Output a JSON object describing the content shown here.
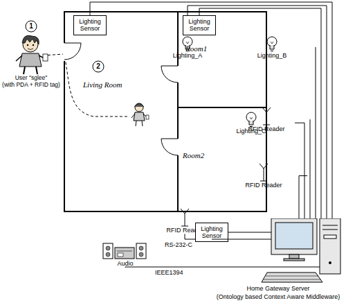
{
  "diagram": {
    "nodes": [
      {
        "text": [
          "User \"sglee\"",
          "(with PDA + RFID tag)"
        ]
      },
      {
        "text": [
          "Living Room"
        ]
      },
      {
        "text": [
          "Room1"
        ]
      },
      {
        "text": [
          "Room2"
        ]
      },
      {
        "text": [
          "Lighting Sensor"
        ],
        "in": 1
      },
      {
        "text": [
          "Lighting_A"
        ],
        "in": 1
      },
      {
        "text": [
          "RFID Reader"
        ],
        "in": 1
      },
      {
        "text": [
          "Audio"
        ],
        "in": 1
      },
      {
        "text": [
          "Lighting Sensor"
        ],
        "in": 2
      },
      {
        "text": [
          "Lighting_B"
        ],
        "in": 2
      },
      {
        "text": [
          "RFID Reader"
        ],
        "in": 2
      },
      {
        "text": [
          "Lighting_C"
        ],
        "in": 3
      },
      {
        "text": [
          "RFID Reader"
        ],
        "in": 3
      },
      {
        "text": [
          "Lighting Sensor"
        ],
        "in": 3
      },
      {
        "text": [
          "Home Gateway Server",
          "(Ontology based Context Aware Middleware)"
        ]
      }
    ],
    "edges": [
      {
        "from": 4,
        "to": 14,
        "arrow": "none"
      },
      {
        "from": 5,
        "to": 14,
        "arrow": "none"
      },
      {
        "from": 8,
        "to": 14,
        "arrow": "none"
      },
      {
        "from": 9,
        "to": 14,
        "arrow": "none"
      },
      {
        "from": 10,
        "to": 14,
        "arrow": "none"
      },
      {
        "from": 11,
        "to": 14,
        "arrow": "none"
      },
      {
        "from": 12,
        "to": 14,
        "arrow": "none"
      },
      {
        "from": 13,
        "to": 14,
        "arrow": "none"
      },
      {
        "from": 6,
        "to": 14,
        "label": "RS-232-C",
        "arrow": "none"
      },
      {
        "from": 7,
        "to": 14,
        "label": "IEEE1394",
        "arrow": "none"
      }
    ],
    "labels": [
      "1",
      "2"
    ]
  }
}
